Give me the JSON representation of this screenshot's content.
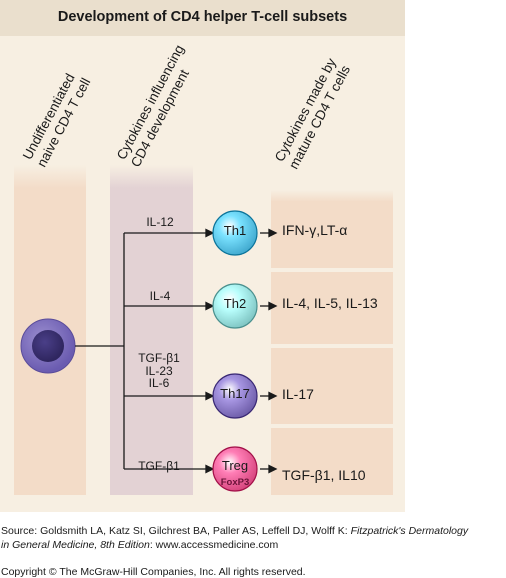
{
  "title": "Development of CD4 helper T-cell subsets",
  "columns": {
    "naive": [
      "Undifferentiated",
      "naive CD4 T cell"
    ],
    "cytokines_in": [
      "Cytokines influencing",
      "CD4 development"
    ],
    "cytokines_out": [
      "Cytokines made by",
      "mature CD4 T cells"
    ]
  },
  "subsets": [
    {
      "name": "Th1",
      "inputs": [
        "IL-12"
      ],
      "outputs": "IFN-γ,LT-α",
      "color": "#3ea6cc"
    },
    {
      "name": "Th2",
      "inputs": [
        "IL-4"
      ],
      "outputs": "IL-4, IL-5, IL-13",
      "color": "#7cc2c0"
    },
    {
      "name": "Th17",
      "inputs": [
        "TGF-β1",
        "IL-23",
        "IL-6"
      ],
      "outputs": "IL-17",
      "color": "#6b5aa6"
    },
    {
      "name": "Treg",
      "marker": "FoxP3",
      "inputs": [
        "TGF-β1"
      ],
      "outputs": "TGF-β1, IL10",
      "color": "#d4427a"
    }
  ],
  "source": {
    "prefix": "Source: Goldsmith LA, Katz SI, Gilchrest BA, Paller AS, Leffell DJ, Wolff K: ",
    "book_line1": "Fitzpatrick's Dermatology",
    "book_line2": "in General Medicine, 8th Edition",
    "suffix": ": www.accessmedicine.com"
  },
  "copyright": "Copyright © The McGraw-Hill Companies, Inc. All rights reserved."
}
